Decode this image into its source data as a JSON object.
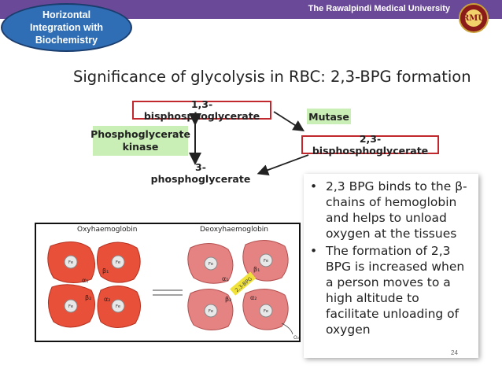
{
  "header": {
    "university": "The Rawalpindi Medical University",
    "badge_lines": [
      "Horizontal",
      "Integration with",
      "Biochemistry"
    ],
    "logo_text": "RMU"
  },
  "slide": {
    "title": "Significance of glycolysis in RBC: 2,3-BPG formation",
    "page_number": "24"
  },
  "pathway": {
    "bpg13": "1,3-bisphosphoglycerate",
    "kinase_lines": [
      "Phosphoglycerate",
      "kinase"
    ],
    "pg3": "3-phosphoglycerate",
    "mutase": "Mutase",
    "bpg23": "2,3-bisphosphoglycerate"
  },
  "bullets": [
    "2,3 BPG binds to the β-chains of hemoglobin and helps to unload oxygen at the tissues",
    "The formation of 2,3 BPG is increased when a person moves to a high altitude to facilitate unloading of oxygen"
  ],
  "figure": {
    "left_label": "Oxyhaemoglobin",
    "right_label": "Deoxyhaemoglobin",
    "bpg_label": "2,3-BPG",
    "subunits": [
      "α₁",
      "β₁",
      "β₂",
      "α₂"
    ],
    "heme": "Fe",
    "o2": "O₂",
    "colors": {
      "oxy": "#e8503a",
      "deoxy": "#e58383",
      "bpg": "#f0e23a"
    }
  }
}
